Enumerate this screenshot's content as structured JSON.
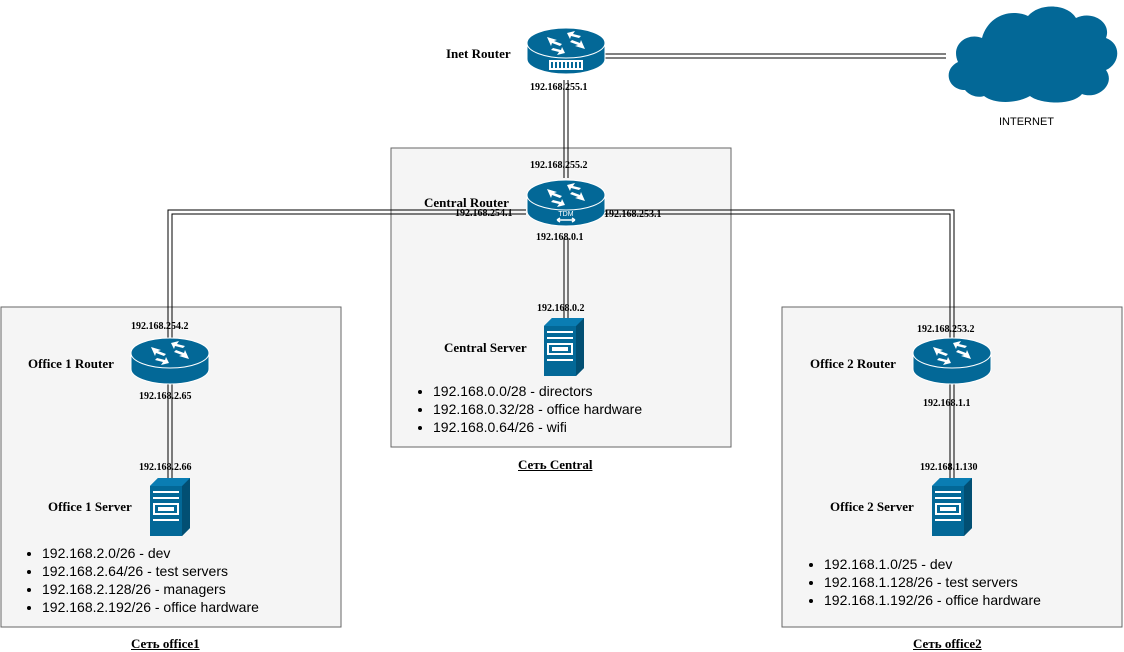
{
  "inet": {
    "name": "Inet Router",
    "ip": "192.168.255.1"
  },
  "internet": {
    "label": "INTERNET"
  },
  "central": {
    "router_name": "Central Router",
    "ip_up": "192.168.255.2",
    "ip_left": "192.168.254.1",
    "ip_right": "192.168.253.1",
    "ip_down": "192.168.0.1",
    "router_badge": "TDM",
    "server_ip": "192.168.0.2",
    "server_name": "Central Server",
    "subnets": [
      "192.168.0.0/28 - directors",
      "192.168.0.32/28 - office hardware",
      "192.168.0.64/26 - wifi"
    ],
    "caption": "Сеть Central"
  },
  "office1": {
    "router_ip_up": "192.168.254.2",
    "router_name": "Office 1 Router",
    "router_ip_down": "192.168.2.65",
    "server_ip": "192.168.2.66",
    "server_name": "Office 1 Server",
    "subnets": [
      "192.168.2.0/26 - dev",
      "192.168.2.64/26 - test servers",
      "192.168.2.128/26 - managers",
      "192.168.2.192/26 - office hardware"
    ],
    "caption": "Сеть office1"
  },
  "office2": {
    "router_ip_up": "192.168.253.2",
    "router_name": "Office 2 Router",
    "router_ip_down": "192.168.1.1",
    "server_ip": "192.168.1.130",
    "server_name": "Office 2 Server",
    "subnets": [
      "192.168.1.0/25 - dev",
      "192.168.1.128/26 - test servers",
      "192.168.1.192/26 - office hardware"
    ],
    "caption": "Сеть office2"
  },
  "colors": {
    "device": "#036897",
    "box_fill": "#f5f5f5",
    "box_stroke": "#666666"
  }
}
